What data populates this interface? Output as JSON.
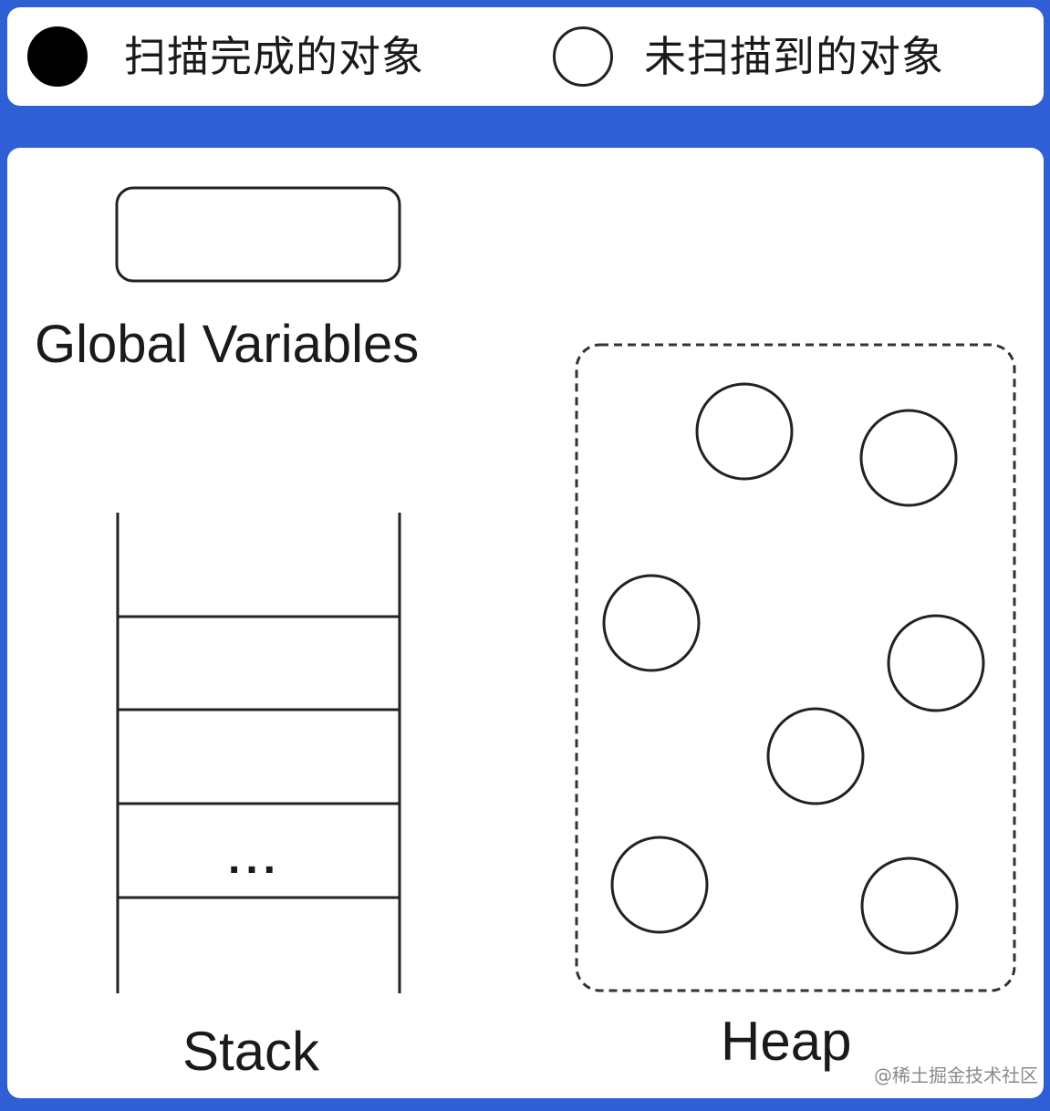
{
  "legend": {
    "scanned": {
      "label": "扫描完成的对象",
      "icon": "filled-circle-icon"
    },
    "unscanned": {
      "label": "未扫描到的对象",
      "icon": "hollow-circle-icon"
    }
  },
  "diagram": {
    "global_variables_label": "Global Variables",
    "stack_label": "Stack",
    "stack_ellipsis": "...",
    "heap_label": "Heap",
    "watermark": "@稀土掘金技术社区"
  }
}
